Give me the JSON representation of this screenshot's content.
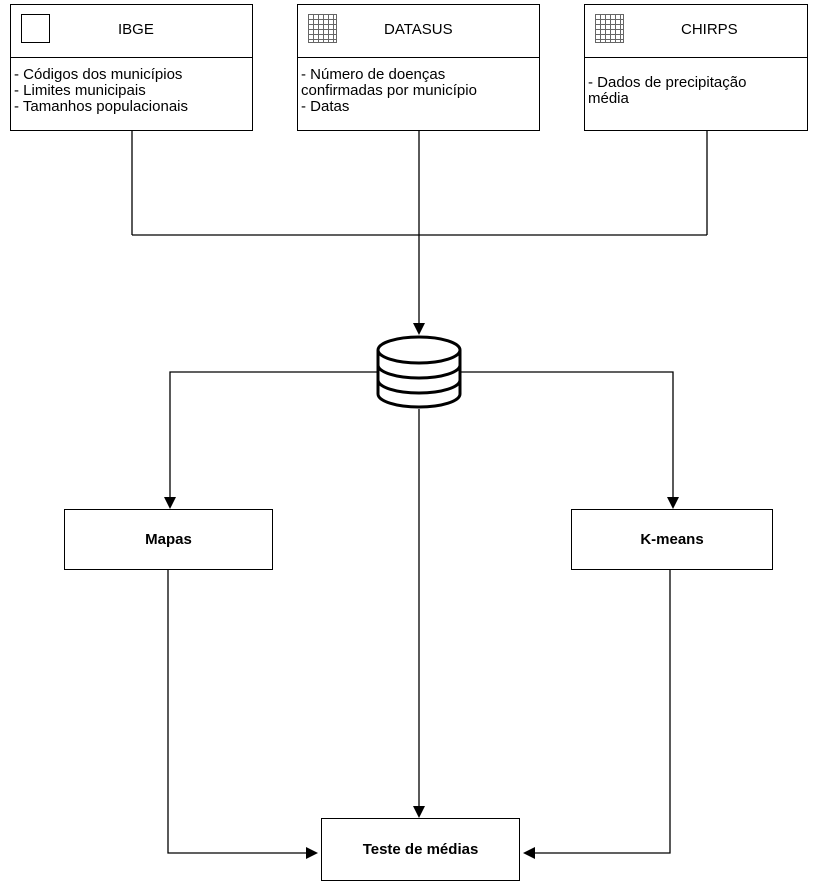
{
  "sources": [
    {
      "name": "IBGE",
      "icon": "square-outline-icon",
      "lines": [
        "- Códigos dos municípios",
        "- Limites municipais",
        "- Tamanhos populacionais"
      ]
    },
    {
      "name": "DATASUS",
      "icon": "grid-table-icon",
      "lines": [
        "- Número de doenças",
        "confirmadas por município",
        "- Datas"
      ]
    },
    {
      "name": "CHIRPS",
      "icon": "grid-table-icon",
      "lines": [
        "- Dados de precipitação",
        "média"
      ]
    }
  ],
  "database_icon": "database-icon",
  "outputs": {
    "left": "Mapas",
    "right": "K-means",
    "bottom": "Teste de médias"
  }
}
